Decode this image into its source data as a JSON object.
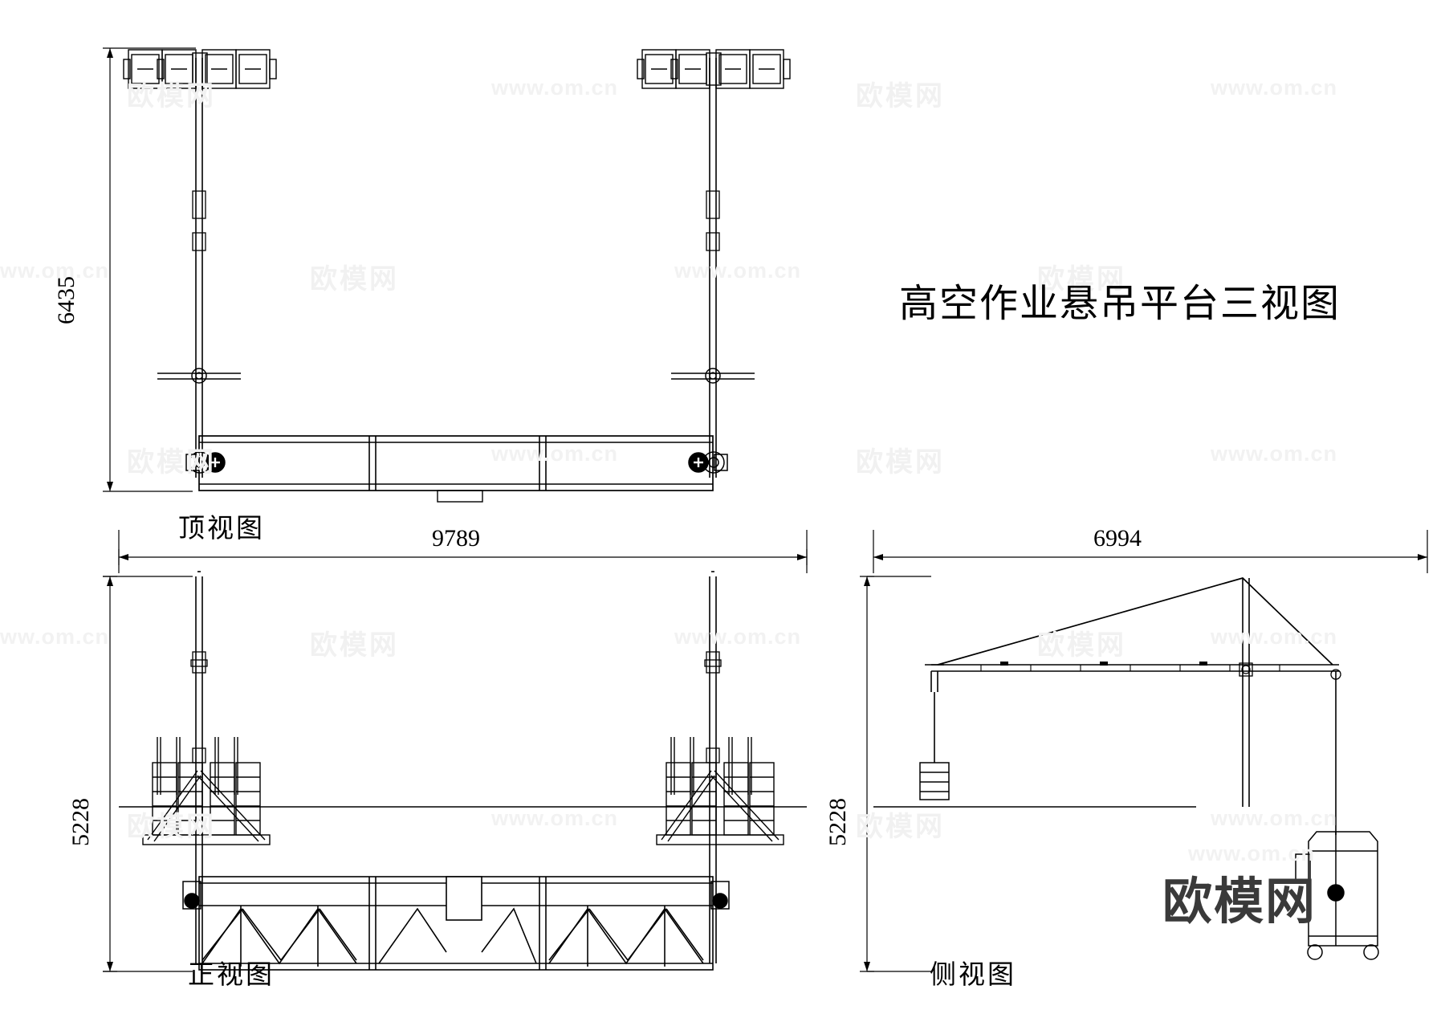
{
  "drawing": {
    "title": "高空作业悬吊平台三视图",
    "title_en_hint": "three-view-drawing"
  },
  "views": {
    "top": {
      "label": "顶视图",
      "dim_vertical": "6435",
      "dim_horizontal": "9789"
    },
    "front": {
      "label": "正视图",
      "dim_vertical": "5228"
    },
    "side": {
      "label": "侧视图",
      "dim_vertical": "5228",
      "dim_horizontal": "6994"
    }
  },
  "watermarks": {
    "url": "www.om.cn",
    "cn": "欧模网",
    "logo": "欧模网"
  },
  "colors": {
    "ink": "#000000",
    "paper": "#ffffff",
    "watermark": "#f1f1f1",
    "logo": "#3a3a3a"
  }
}
